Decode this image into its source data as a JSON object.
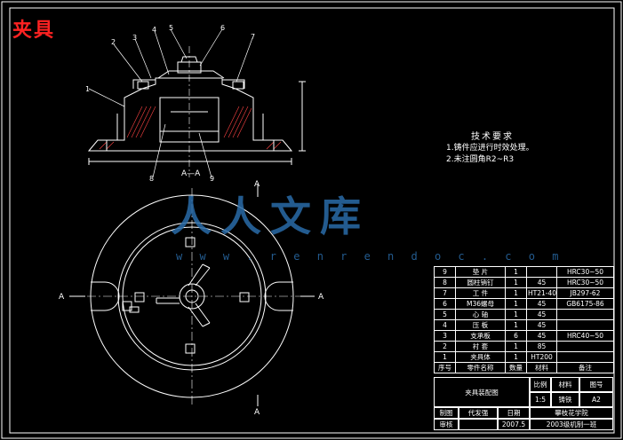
{
  "title": "夹具",
  "watermark": {
    "text": "人人文库",
    "url": "w w w . r e n r e n d o c . c o m"
  },
  "section_label": "A—A",
  "section_letter": "A",
  "part_callouts": [
    "1",
    "2",
    "3",
    "4",
    "5",
    "6",
    "7",
    "8",
    "9"
  ],
  "tech_requirements": {
    "heading": "技术要求",
    "items": [
      "1.铸件应进行时效处理。",
      "2.未注圆角R2~R3"
    ]
  },
  "bom": {
    "rows": [
      [
        "9",
        "垫 片",
        "1",
        "",
        "HRC30~50"
      ],
      [
        "8",
        "圆柱销钉",
        "1",
        "45",
        "HRC30~50"
      ],
      [
        "7",
        "工 件",
        "1",
        "HT21-40",
        "JB297-62"
      ],
      [
        "6",
        "M36螺母",
        "1",
        "45",
        "GB6175-86"
      ],
      [
        "5",
        "心 轴",
        "1",
        "45",
        ""
      ],
      [
        "4",
        "压 板",
        "1",
        "45",
        ""
      ],
      [
        "3",
        "支承板",
        "6",
        "45",
        "HRC40~50"
      ],
      [
        "2",
        "衬 套",
        "1",
        "85",
        ""
      ],
      [
        "1",
        "夹具体",
        "1",
        "HT200",
        ""
      ]
    ],
    "header": [
      "序号",
      "零件名称",
      "数量",
      "材料",
      "备注"
    ]
  },
  "title_block": {
    "drawing_name": "夹具装配图",
    "scale_label": "比例",
    "scale_value": "1:5",
    "material_label": "材料",
    "material_value": "铸铁",
    "sheet_label": "图号",
    "sheet_value": "A2",
    "drawn_label": "制图",
    "drawn_name": "代发强",
    "date_label": "日期",
    "date_value": "2007.5",
    "check_label": "审核",
    "school": "攀枝花学院",
    "class": "2003级机制一班"
  },
  "colors": {
    "background": "#000000",
    "lines": "#ffffff",
    "title": "#ff2222",
    "watermark": "#2a6ca8"
  }
}
